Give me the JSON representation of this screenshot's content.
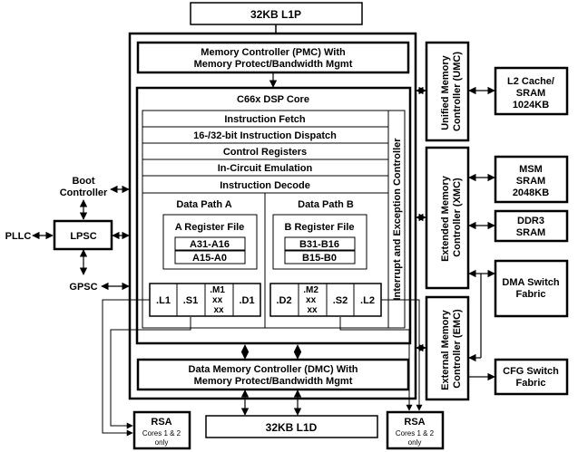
{
  "l1p": "32KB L1P",
  "l1d": "32KB L1D",
  "pmc": [
    "Memory Controller (PMC) With",
    "Memory Protect/Bandwidth Mgmt"
  ],
  "dmc": [
    "Data Memory Controller (DMC) With",
    "Memory Protect/Bandwidth Mgmt"
  ],
  "core_title": "C66x DSP Core",
  "pipeline": [
    "Instruction Fetch",
    "16-/32-bit Instruction Dispatch",
    "Control Registers",
    "In-Circuit Emulation",
    "Instruction Decode"
  ],
  "iec": "Interrupt and Exception Controller",
  "path_a": {
    "title": "Data Path A",
    "regfile_title": "A Register File",
    "regs": [
      "A31-A16",
      "A15-A0"
    ],
    "units": [
      ".L1",
      ".S1",
      ".M1\nxx\nxx",
      ".D1"
    ]
  },
  "path_b": {
    "title": "Data Path B",
    "regfile_title": "B Register File",
    "regs": [
      "B31-B16",
      "B15-B0"
    ],
    "units": [
      ".D2",
      ".M2\nxx\nxx",
      ".S2",
      ".L2"
    ]
  },
  "umc": [
    "Unified Memory",
    "Controller (UMC)"
  ],
  "xmc": [
    "Extended Memory",
    "Controller (XMC)"
  ],
  "emc": [
    "External Memory",
    "Controller (EMC)"
  ],
  "l2": [
    "L2 Cache/",
    "SRAM",
    "1024KB"
  ],
  "msm": [
    "MSM",
    "SRAM",
    "2048KB"
  ],
  "ddr3": [
    "DDR3",
    "SRAM"
  ],
  "dma": [
    "DMA Switch",
    "Fabric"
  ],
  "cfg": [
    "CFG Switch",
    "Fabric"
  ],
  "boot": [
    "Boot",
    "Controller"
  ],
  "pllc": "PLLC",
  "lpsc": "LPSC",
  "gpsc": "GPSC",
  "rsa_left": {
    "title": "RSA",
    "note": [
      "Cores 1 & 2",
      "only"
    ]
  },
  "rsa_right": {
    "title": "RSA",
    "note": [
      "Cores 1 & 2",
      "only"
    ]
  }
}
